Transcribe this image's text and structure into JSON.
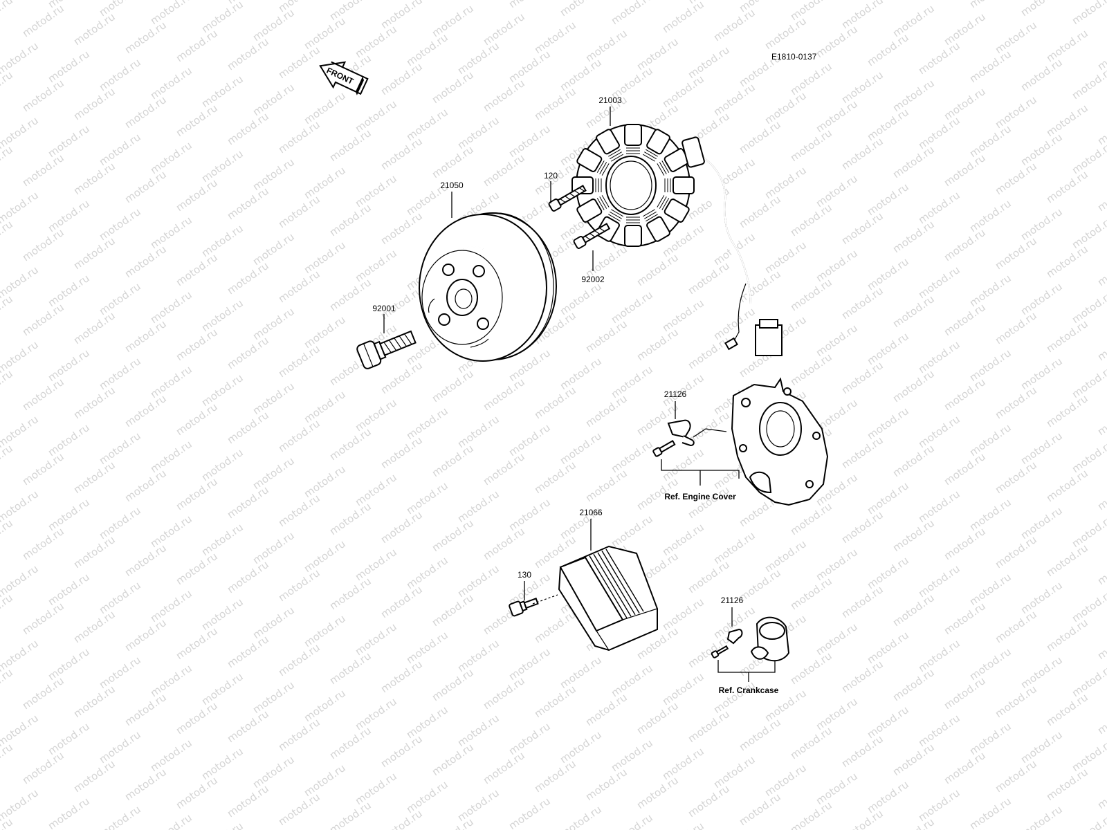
{
  "watermark": {
    "text": "motod.ru",
    "color": "#d4d4d4"
  },
  "diagram_code": "E1810-0137",
  "front_arrow": {
    "text": "FRONT",
    "icon": "front-arrow-icon"
  },
  "parts": {
    "stator": "21003",
    "flywheel": "21050",
    "flywheel_bolt": "92001",
    "stator_screw_a": "120",
    "stator_screw_b": "92002",
    "clamp_engine_cover": "21126",
    "regulator": "21066",
    "regulator_bolt": "130",
    "clamp_crankcase": "21126"
  },
  "refs": {
    "engine_cover": "Ref. Engine Cover",
    "crankcase": "Ref. Crankcase"
  }
}
